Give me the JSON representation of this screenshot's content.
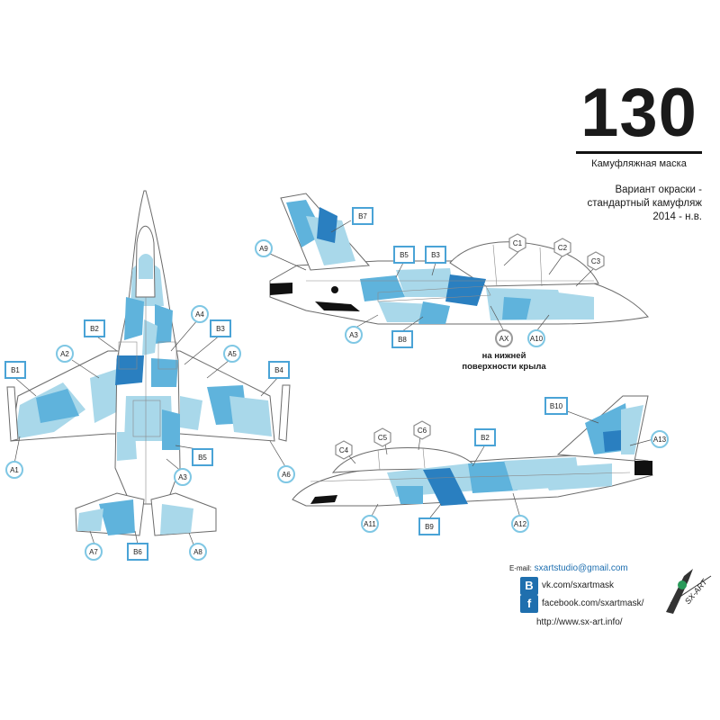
{
  "header": {
    "number": "130",
    "subtitle": "Камуфляжная маска",
    "variant_line1": "Вариант окраски -",
    "variant_line2": "стандартный камуфляж",
    "variant_line3": "2014 - н.в."
  },
  "note": {
    "line1": "на нижней",
    "line2": "поверхности крыла"
  },
  "contacts": {
    "email_label": "E-mail:",
    "email": "sxartstudio@gmail.com",
    "vk": "vk.com/sxartmask",
    "facebook": "facebook.com/sxartmask/",
    "site": "http://www.sx-art.info/",
    "vk_icon_letter": "B",
    "fb_icon_letter": "f"
  },
  "colors": {
    "camo_light": "#a9d8ea",
    "camo_mid": "#5fb3dc",
    "camo_dark": "#2a7fc0",
    "outline": "#6b6b6b",
    "circle_label": "#7fc7e4",
    "square_label": "#4aa3d6",
    "hex_label": "#8c8c8c",
    "black_parts": "#111111"
  },
  "labels": {
    "top_view": {
      "B1": "B1",
      "B2": "B2",
      "B3": "B3",
      "B4": "B4",
      "B5": "B5",
      "B6": "B6",
      "A1": "A1",
      "A2": "A2",
      "A3": "A3",
      "A4": "A4",
      "A5": "A5",
      "A6": "A6",
      "A7": "A7",
      "A8": "A8"
    },
    "side_right": {
      "B7": "B7",
      "B5": "B5",
      "B3": "B3",
      "B8": "B8",
      "A9": "A9",
      "A3": "A3",
      "A10": "A10",
      "AX": "AX",
      "C1": "C1",
      "C2": "C2",
      "C3": "C3"
    },
    "side_left": {
      "B10": "B10",
      "B2": "B2",
      "B9": "B9",
      "A13": "A13",
      "A11": "A11",
      "A12": "A12",
      "C4": "C4",
      "C5": "C5",
      "C6": "C6"
    }
  },
  "logo": {
    "text": "SX-ART"
  }
}
